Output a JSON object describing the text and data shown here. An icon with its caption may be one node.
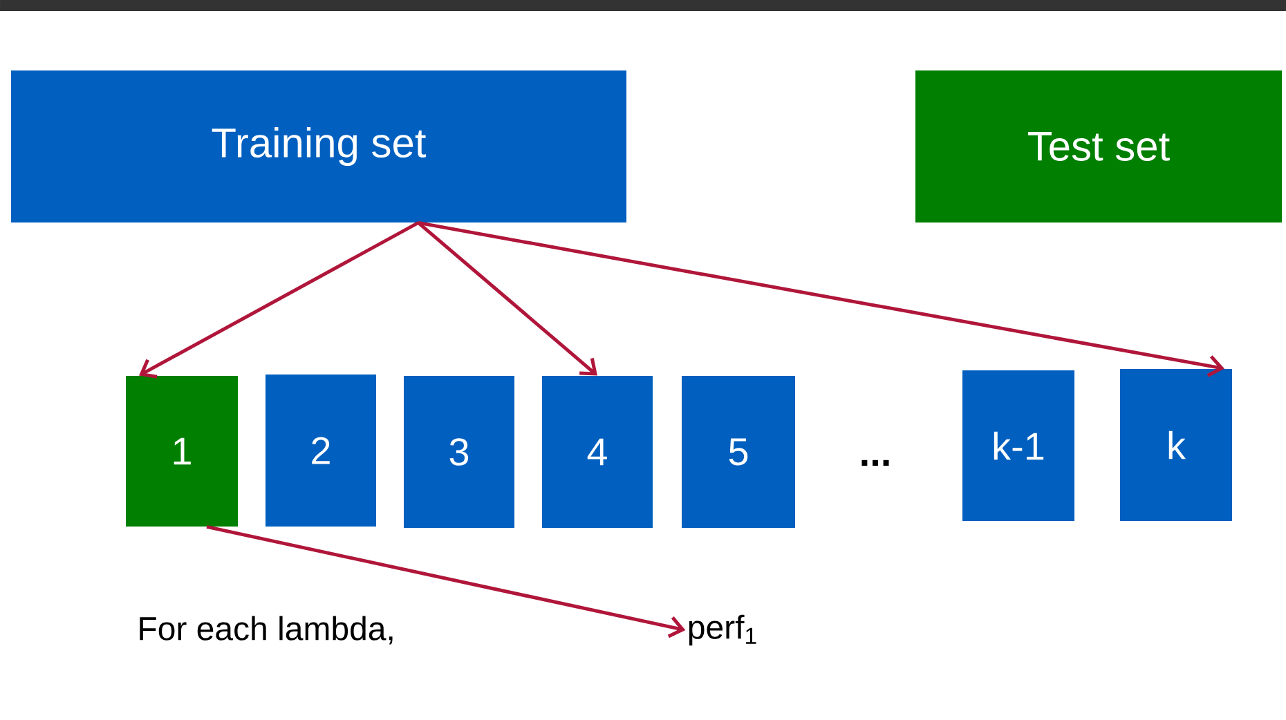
{
  "diagram": {
    "nodes": [
      {
        "text": [
          "Training set"
        ]
      },
      {
        "text": [
          "Test set"
        ]
      },
      {
        "text": [
          "1"
        ]
      },
      {
        "text": [
          "2"
        ]
      },
      {
        "text": [
          "3"
        ]
      },
      {
        "text": [
          "4"
        ]
      },
      {
        "text": [
          "5"
        ]
      },
      {
        "text": [
          "k-1"
        ]
      },
      {
        "text": [
          "k"
        ]
      },
      {
        "text": [
          "perf$_{1}$"
        ]
      }
    ],
    "edges": [
      {
        "from": 0,
        "to": 2,
        "arrow": "to"
      },
      {
        "from": 0,
        "to": 5,
        "arrow": "to"
      },
      {
        "from": 0,
        "to": 8,
        "arrow": "to"
      },
      {
        "from": 2,
        "to": 9,
        "arrow": "to"
      }
    ],
    "labels": [
      "...",
      "For each lambda,"
    ]
  }
}
